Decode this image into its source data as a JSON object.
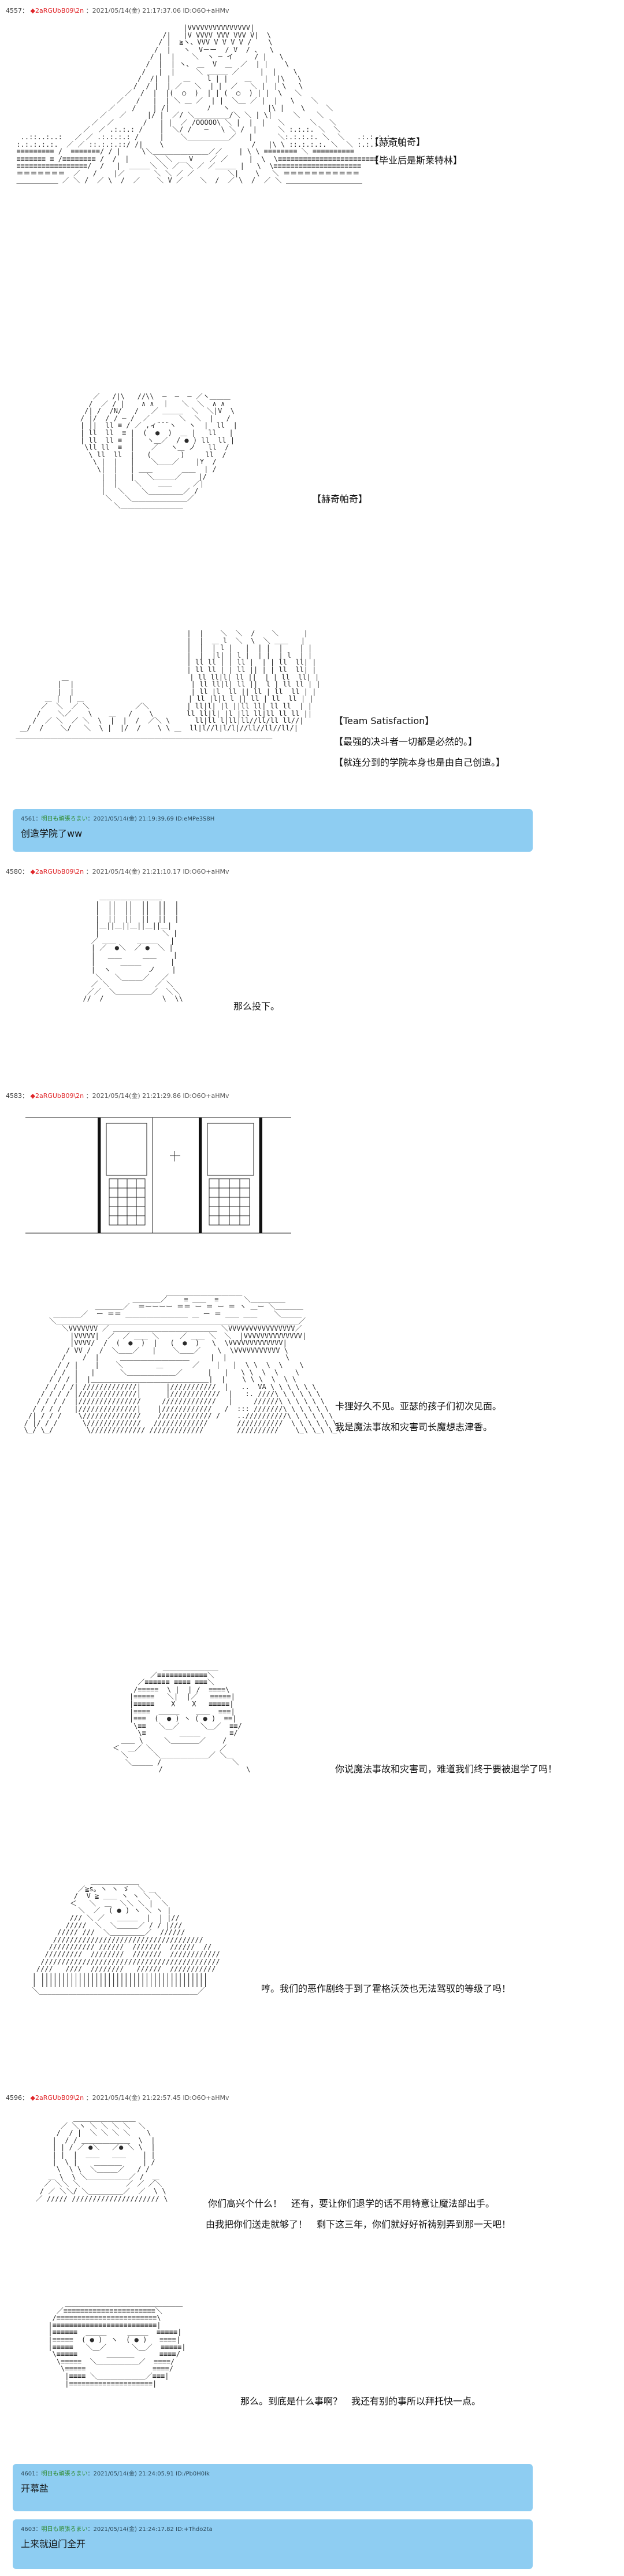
{
  "posts": [
    {
      "num": "4557：",
      "trip": "◆",
      "name": "2aRGUbB09\\2n",
      "meta": "：2021/05/14(金) 21:17:37.06 ID:O6O+aHMv"
    },
    {
      "num": "4580：",
      "trip": "◆",
      "name": "2aRGUbB09\\2n",
      "meta": "：2021/05/14(金) 21:21:10.17 ID:O6O+aHMv"
    },
    {
      "num": "4583：",
      "trip": "◆",
      "name": "2aRGUbB09\\2n",
      "meta": "：2021/05/14(金) 21:21:29.86 ID:O6O+aHMv"
    },
    {
      "num": "4596：",
      "trip": "◆",
      "name": "2aRGUbB09\\2n",
      "meta": "：2021/05/14(金) 21:22:57.45 ID:O6O+aHMv"
    }
  ],
  "lines": {
    "p1a": "【赫奇帕奇】",
    "p1b": "【毕业后是斯莱特林】",
    "p2a": "【赫奇帕奇】",
    "p3a": "【Team Satisfaction】",
    "p3b": "【最强的决斗者一切都是必然的。】",
    "p3c": "【就连分到的学院本身也是由自己创造。】",
    "p4a": "那么投下。",
    "p6a": "卡狸好久不见。亚瑟的孩子们初次见面。",
    "p6b": "我是魔法事故和灾害司长魔想志津香。",
    "p7a": "你说魔法事故和灾害司，难道我们终于要被退学了吗！",
    "p8a": "哼。我们的恶作剧终于到了霍格沃茨也无法驾驭的等级了吗！",
    "p9a": "你们高兴个什么！　还有，要让你们退学的话不用特意让魔法部出手。",
    "p9b": "由我把你们送走就够了！　剩下这三年，你们就好好祈祷别弄到那一天吧！",
    "p10a": "那么。到底是什么事啊？　我还有别的事所以拜托快一点。"
  },
  "replies": [
    {
      "header": "4561：",
      "name": "明日も頑張ろまい",
      "meta": "：2021/05/14(金) 21:19:39.69 ID:eMPe3S8H",
      "text": "创造学院了ww"
    },
    {
      "header": "4601：",
      "name": "明日も頑張ろまい",
      "meta": "：2021/05/14(金) 21:24:05.91 ID:/Pb0H0Ik",
      "text": "开幕盐"
    },
    {
      "header": "4603：",
      "name": "明日も頑張ろまい",
      "meta": "：2021/05/14(金) 21:24:17.82 ID:+Thdo2ta",
      "text": "上来就迫门全开"
    }
  ]
}
